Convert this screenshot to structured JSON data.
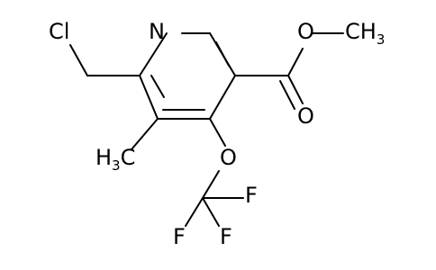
{
  "molecule": {
    "atoms": {
      "chlorine": "Cl",
      "nitrogen": "N",
      "ester_oxygen": "O",
      "methyl_terminal": "CH",
      "methyl_terminal_subscript": "3",
      "carbonyl_oxygen": "O",
      "ring_methyl": "H",
      "ring_methyl_subscript": "3",
      "ring_methyl_suffix": "C",
      "ether_oxygen": "O",
      "fluorine_top": "F",
      "fluorine_left": "F",
      "fluorine_right": "F"
    }
  }
}
